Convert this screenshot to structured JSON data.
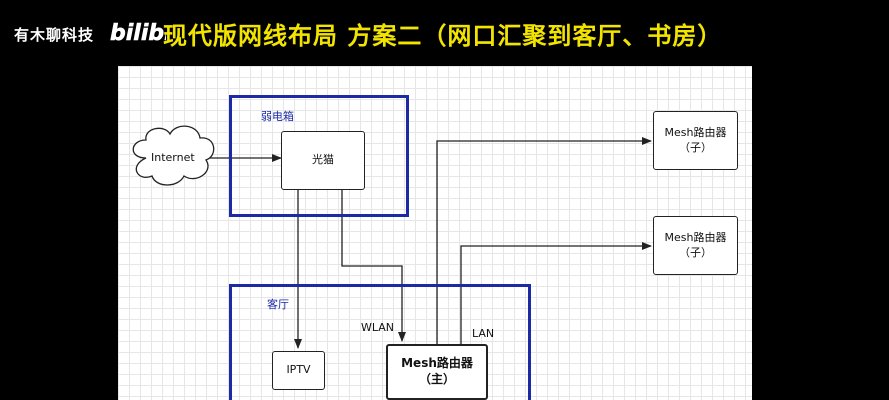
{
  "header": {
    "channel_name": "有木聊科技",
    "logo_text": "bilibili",
    "title": "现代版网线布局 方案二（网口汇聚到客厅、书房）"
  },
  "diagram": {
    "zones": {
      "weak_box": "弱电箱",
      "living_room": "客厅"
    },
    "nodes": {
      "internet": "Internet",
      "modem": "光猫",
      "mesh_child_1": {
        "line1": "Mesh路由器",
        "line2": "（子）"
      },
      "mesh_child_2": {
        "line1": "Mesh路由器",
        "line2": "（子）"
      },
      "iptv": "IPTV",
      "mesh_main": {
        "line1": "Mesh路由器",
        "line2": "（主）"
      }
    },
    "edge_labels": {
      "wlan": "WLAN",
      "lan": "LAN"
    },
    "colors": {
      "zone_border": "#1c2aa6",
      "title": "#f2e400",
      "grid": "#e6e6e6"
    }
  }
}
